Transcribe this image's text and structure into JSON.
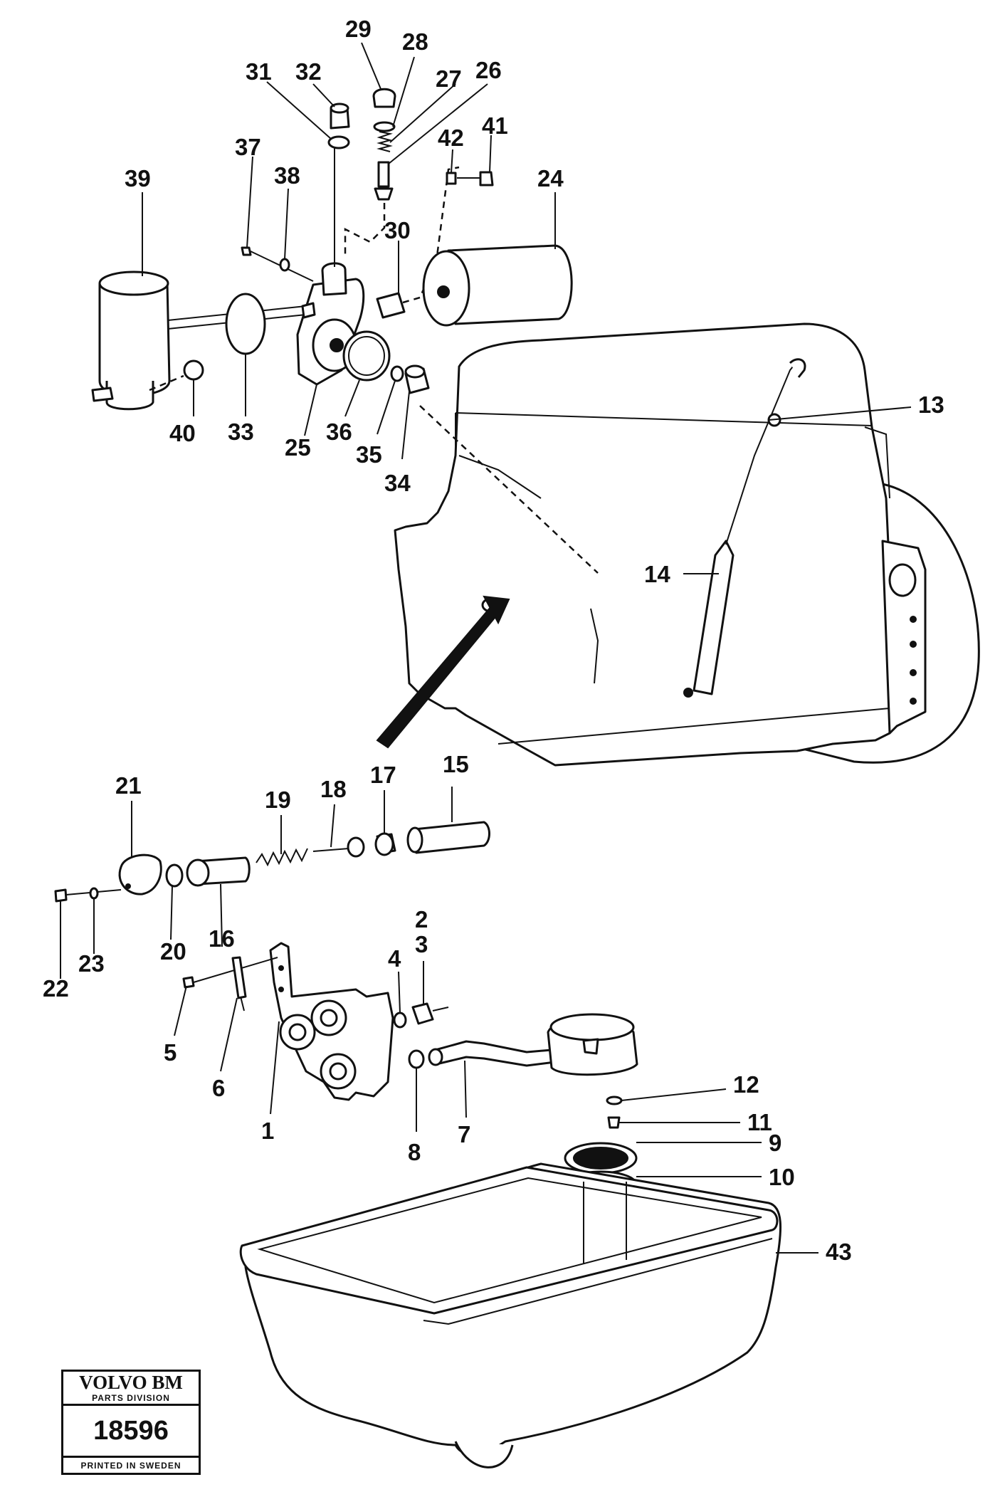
{
  "badge": {
    "brand": "VOLVO BM",
    "division": "PARTS DIVISION",
    "number": "18596",
    "printed": "PRINTED IN SWEDEN"
  },
  "callouts": {
    "c1": "1",
    "c2": "2",
    "c3": "3",
    "c4": "4",
    "c5": "5",
    "c6": "6",
    "c7": "7",
    "c8": "8",
    "c9": "9",
    "c10": "10",
    "c11": "11",
    "c12": "12",
    "c13": "13",
    "c14": "14",
    "c15": "15",
    "c16": "16",
    "c17": "17",
    "c18": "18",
    "c19": "19",
    "c20": "20",
    "c21": "21",
    "c22": "22",
    "c23": "23",
    "c24": "24",
    "c25": "25",
    "c26": "26",
    "c27": "27",
    "c28": "28",
    "c29": "29",
    "c30": "30",
    "c31": "31",
    "c32": "32",
    "c33": "33",
    "c34": "34",
    "c35": "35",
    "c36": "36",
    "c37": "37",
    "c38": "38",
    "c39": "39",
    "c40": "40",
    "c41": "41",
    "c42": "42",
    "c43": "43"
  }
}
